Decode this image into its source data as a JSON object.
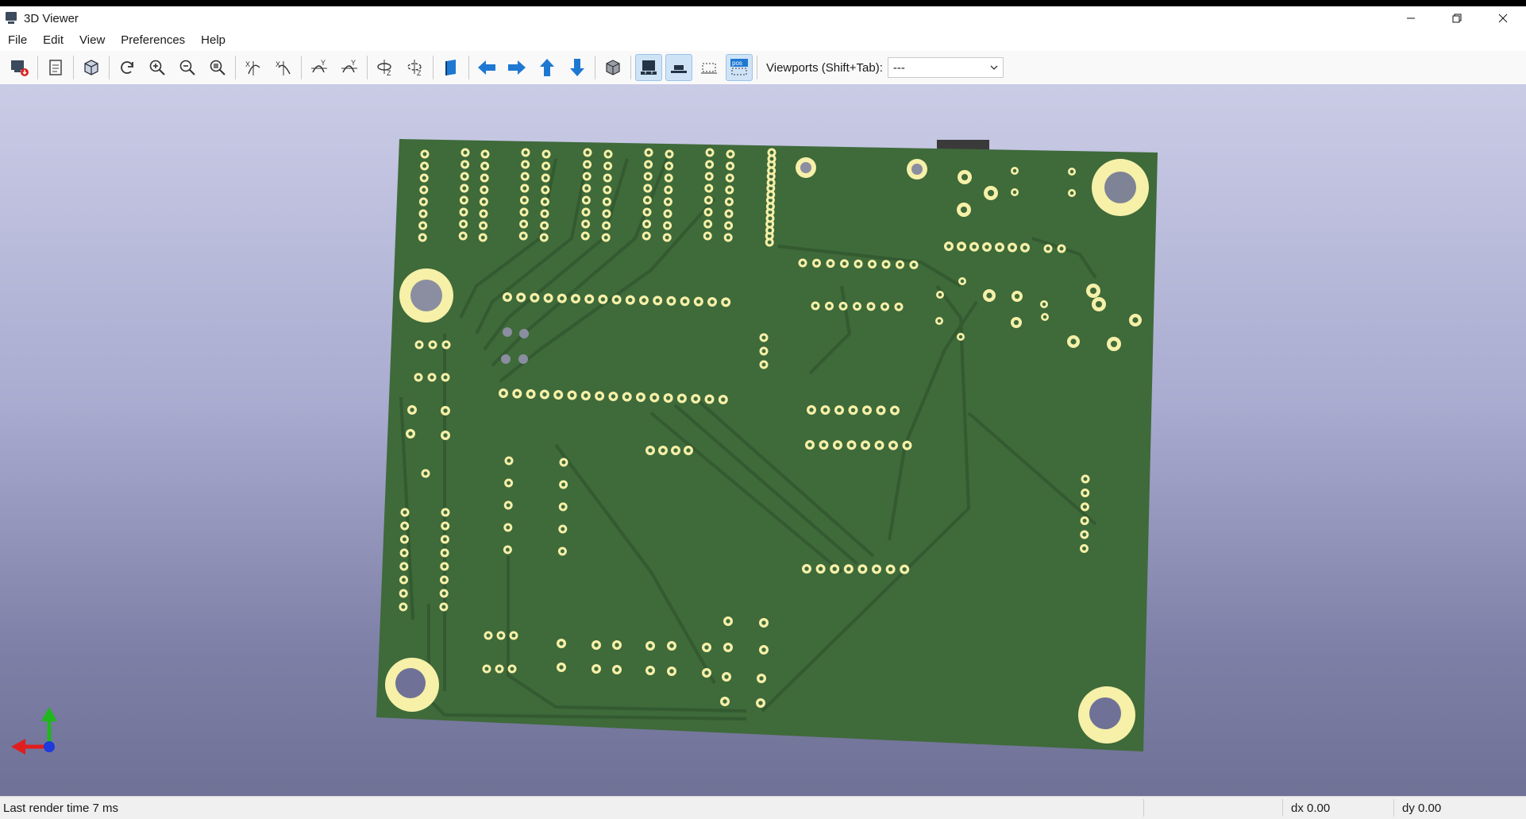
{
  "window": {
    "title": "3D Viewer"
  },
  "menu": [
    "File",
    "Edit",
    "View",
    "Preferences",
    "Help"
  ],
  "toolbar": {
    "viewports_label": "Viewports (Shift+Tab):",
    "viewports_value": "---"
  },
  "status": {
    "render_time": "Last render time 7 ms",
    "dx": "dx 0.00",
    "dy": "dy 0.00"
  },
  "colors": {
    "board": "#3f6a3a",
    "pad": "#f6f0a8",
    "hole": "#8a8ea0",
    "accent_blue": "#1e78d2"
  }
}
